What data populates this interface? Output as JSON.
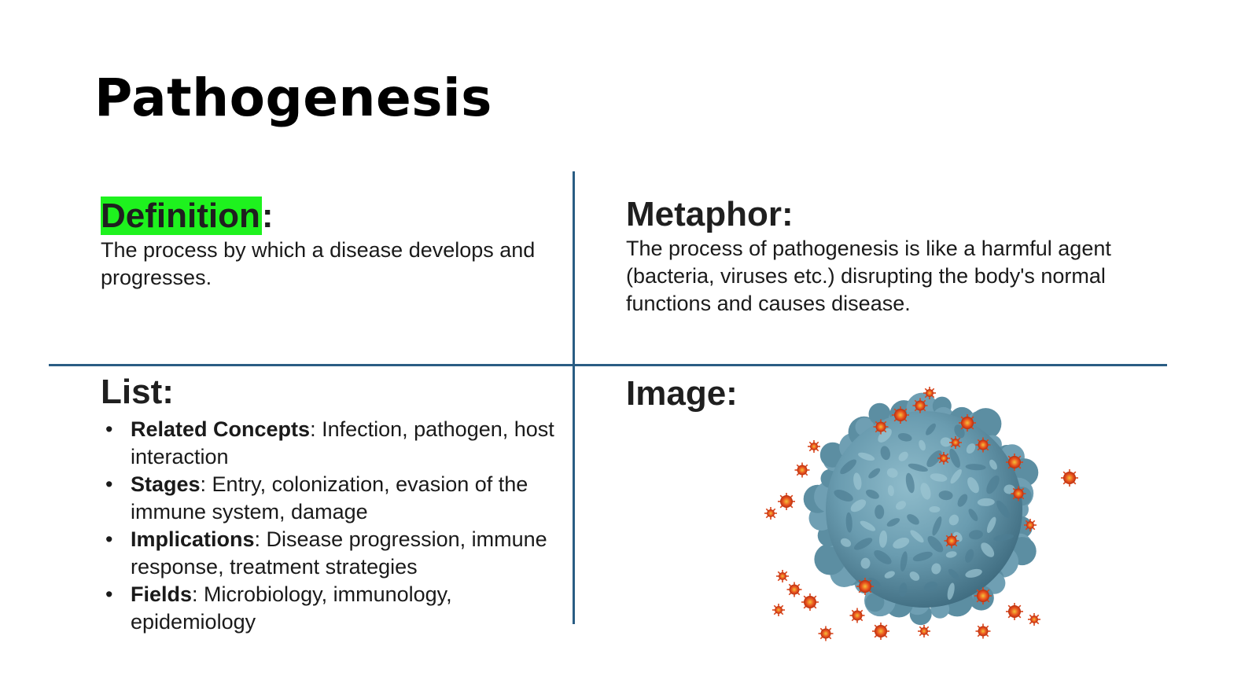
{
  "title": "Pathogenesis",
  "definition": {
    "heading": "Definition",
    "heading_suffix": ":",
    "text": "The process by which a disease develops and progresses.",
    "highlight_color": "#1ef21e"
  },
  "metaphor": {
    "heading": "Metaphor:",
    "text": "The process of pathogenesis is like a harmful agent (bacteria, viruses etc.) disrupting the body's normal functions and causes disease."
  },
  "list": {
    "heading": "List:",
    "items": [
      {
        "term": "Related Concepts",
        "text": ": Infection, pathogen, host interaction"
      },
      {
        "term": "Stages",
        "text": ": Entry, colonization, evasion of the immune system, damage"
      },
      {
        "term": "Implications",
        "text": ": Disease progression, immune response, treatment strategies"
      },
      {
        "term": "Fields",
        "text": ": Microbiology, immunology, epidemiology"
      }
    ]
  },
  "image": {
    "heading": "Image:",
    "icon": "virus-cell-illustration",
    "cell_color": "#6a9cb0",
    "particle_color": "#e8501e"
  },
  "colors": {
    "divider": "#2a5d84"
  }
}
